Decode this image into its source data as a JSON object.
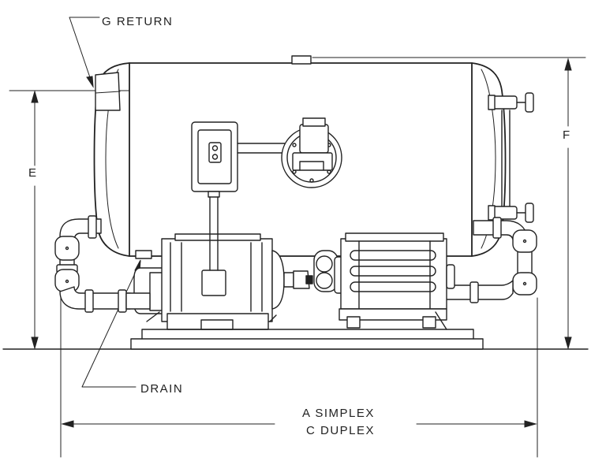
{
  "labels": {
    "g_return": "G RETURN",
    "e": "E",
    "f": "F",
    "drain": "DRAIN",
    "a_simplex": "A SIMPLEX",
    "c_duplex": "C DUPLEX"
  },
  "colors": {
    "line": "#222222",
    "background": "#ffffff"
  }
}
